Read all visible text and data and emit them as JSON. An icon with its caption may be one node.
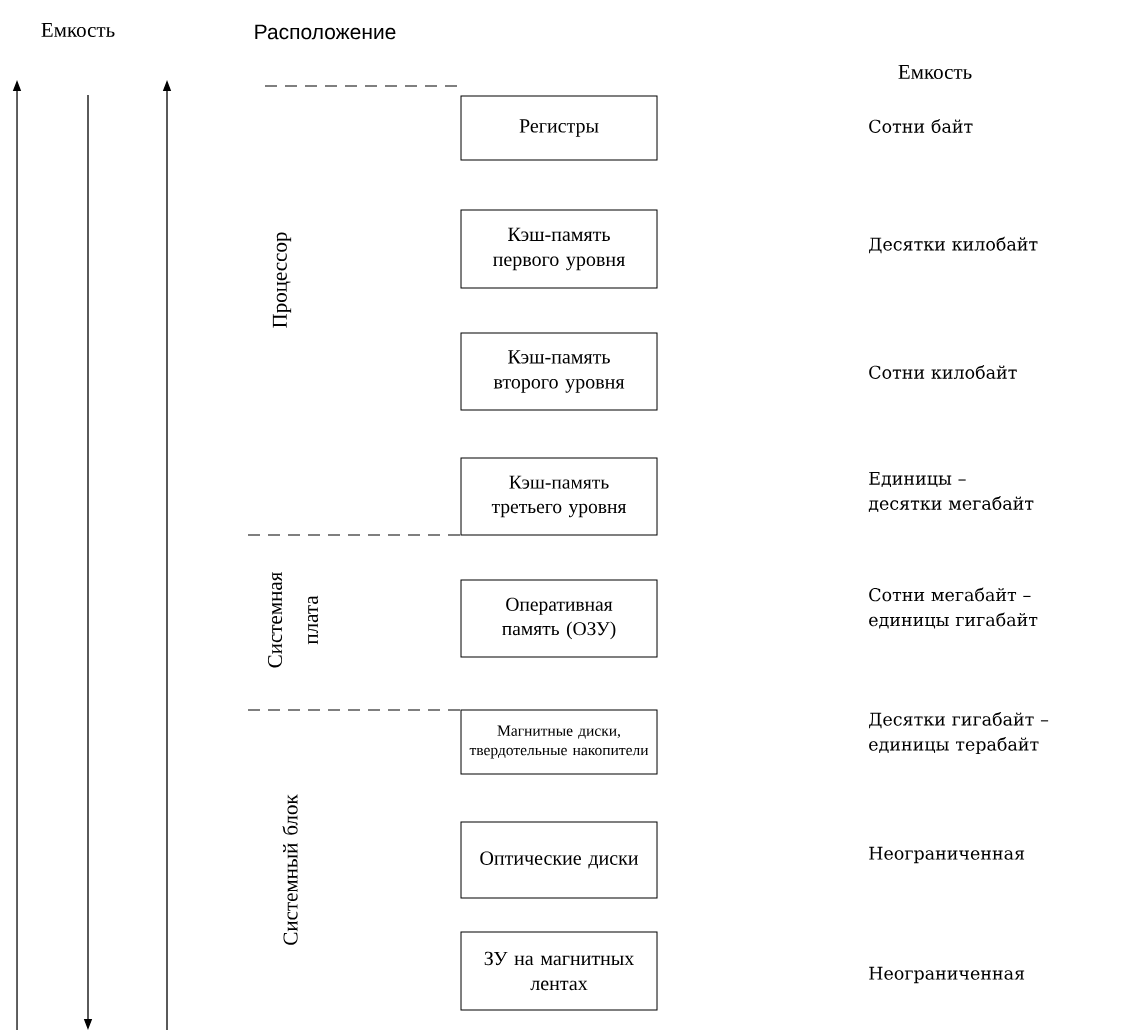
{
  "diagram": {
    "nodes": [
      {
        "text": [
          "Регистры"
        ]
      },
      {
        "text": [
          "Кэш-память первого уровня"
        ]
      },
      {
        "text": [
          "Кэш-память второго уровня"
        ]
      },
      {
        "text": [
          "Кэш-память третьего уровня"
        ]
      },
      {
        "text": [
          "Оперативная память (ОЗУ)"
        ]
      },
      {
        "text": [
          "Магнитные диски, твердотельные накопители"
        ]
      },
      {
        "text": [
          "Оптические диски"
        ]
      },
      {
        "text": [
          "ЗУ на магнитных лентах"
        ]
      }
    ],
    "labels": [
      "Емкость",
      "Расположение",
      "Емкость",
      "Сотни байт",
      "Процессор",
      "Десятки килобайт",
      "Сотни килобайт",
      "Единицы – десятки мегабайт",
      "Системная плата",
      "Сотни мегабайт – единицы гигабайт",
      "Десятки гигабайт – единицы терабайт",
      "Системный блок",
      "Неограниченная",
      "Неограниченная"
    ]
  }
}
